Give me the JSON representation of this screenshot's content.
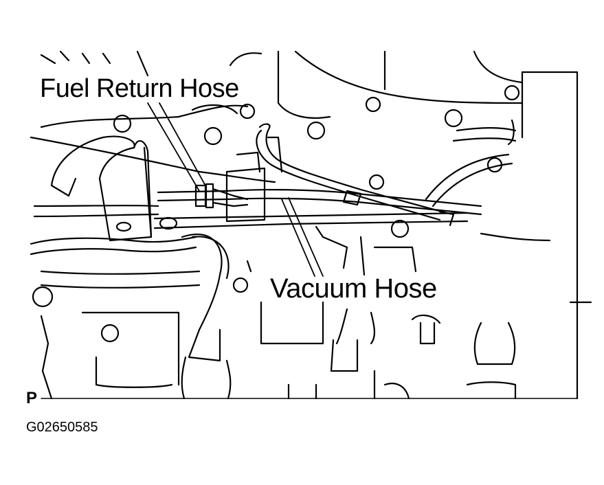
{
  "labels": {
    "fuel_return_hose": "Fuel Return Hose",
    "vacuum_hose": "Vacuum Hose"
  },
  "figure": {
    "corner_mark": "P",
    "code": "G02650585"
  },
  "colors": {
    "line": "#000000",
    "background": "#ffffff"
  }
}
